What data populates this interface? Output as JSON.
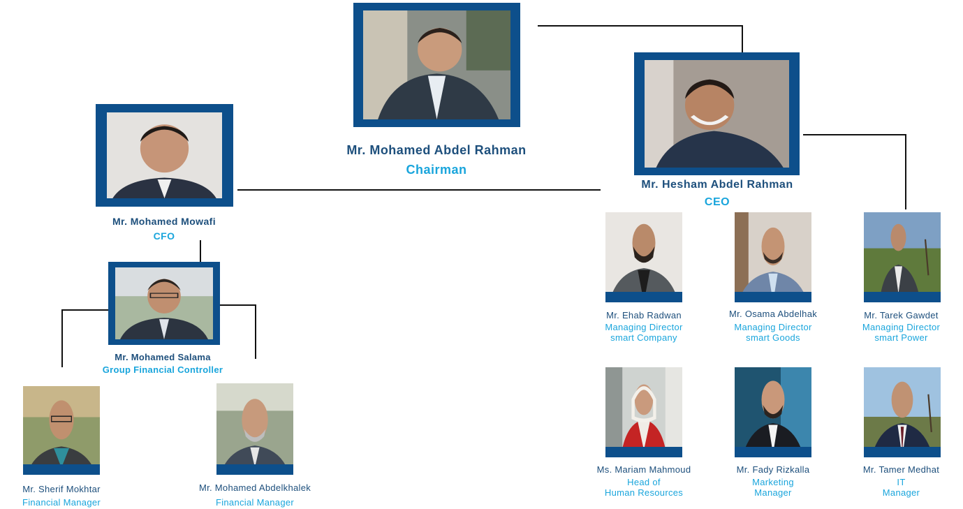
{
  "colors": {
    "frame": "#0d4f8b",
    "name": "#1d4f7c",
    "title": "#19a5dc",
    "line": "#111111"
  },
  "chairman": {
    "name": "Mr. Mohamed Abdel Rahman",
    "title": "Chairman"
  },
  "ceo": {
    "name": "Mr. Hesham Abdel Rahman",
    "title": "CEO"
  },
  "cfo": {
    "name": "Mr. Mohamed Mowafi",
    "title": "CFO"
  },
  "controller": {
    "name": "Mr. Mohamed Salama",
    "title": "Group Financial Controller"
  },
  "finance_team": [
    {
      "name": "Mr. Sherif Mokhtar",
      "title": "Financial Manager"
    },
    {
      "name": "Mr. Mohamed Abdelkhalek",
      "title": "Financial Manager"
    }
  ],
  "directors": [
    {
      "name": "Mr. Ehab Radwan",
      "title_line1": "Managing Director",
      "title_line2": "smart Company"
    },
    {
      "name": "Mr. Osama Abdelhak",
      "title_line1": "Managing Director",
      "title_line2": "smart Goods"
    },
    {
      "name": "Mr. Tarek Gawdet",
      "title_line1": "Managing Director",
      "title_line2": "smart Power"
    },
    {
      "name": "Ms. Mariam Mahmoud",
      "title_line1": "Head of",
      "title_line2": "Human Resources"
    },
    {
      "name": "Mr. Fady Rizkalla",
      "title_line1": "Marketing",
      "title_line2": "Manager"
    },
    {
      "name": "Mr. Tamer Medhat",
      "title_line1": "IT",
      "title_line2": "Manager"
    }
  ]
}
